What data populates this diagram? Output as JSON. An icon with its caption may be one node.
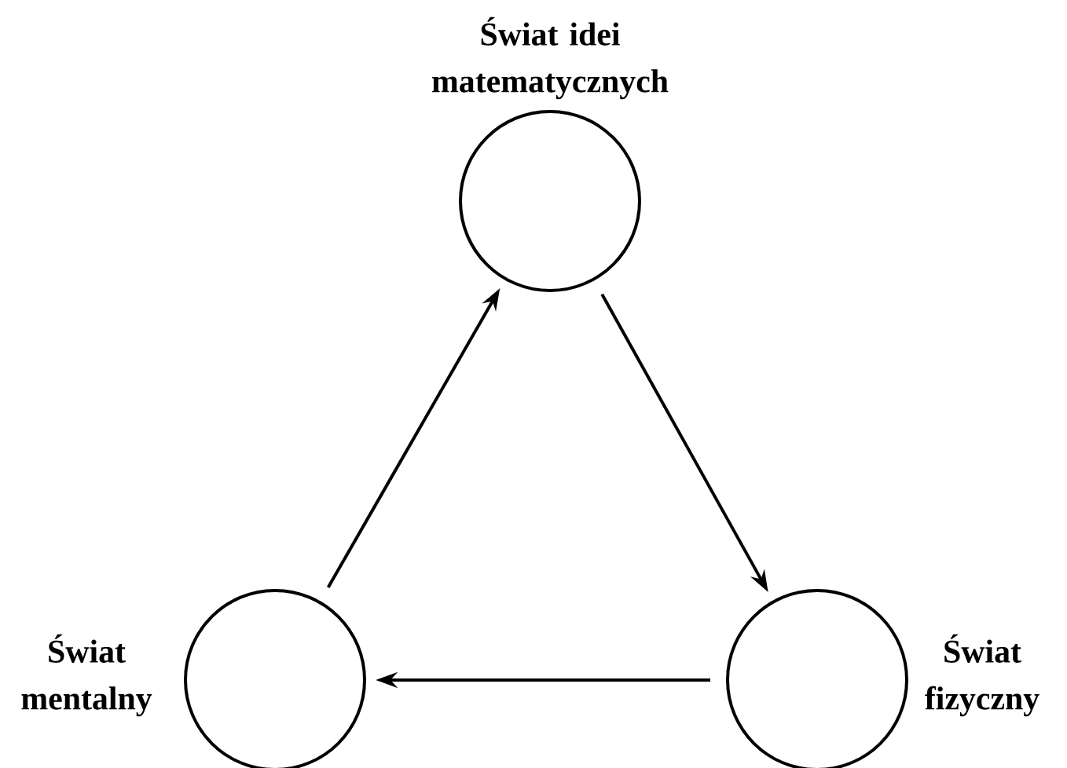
{
  "diagram": {
    "nodes": [
      {
        "text": [
          "Świat idei matematycznych"
        ]
      },
      {
        "text": [
          "Świat mentalny"
        ]
      },
      {
        "text": [
          "Świat fizyczny"
        ]
      }
    ],
    "edges": [
      {
        "from": 0,
        "to": 2,
        "arrow": "to"
      },
      {
        "from": 2,
        "to": 1,
        "arrow": "to"
      },
      {
        "from": 1,
        "to": 0,
        "arrow": "to"
      }
    ]
  }
}
